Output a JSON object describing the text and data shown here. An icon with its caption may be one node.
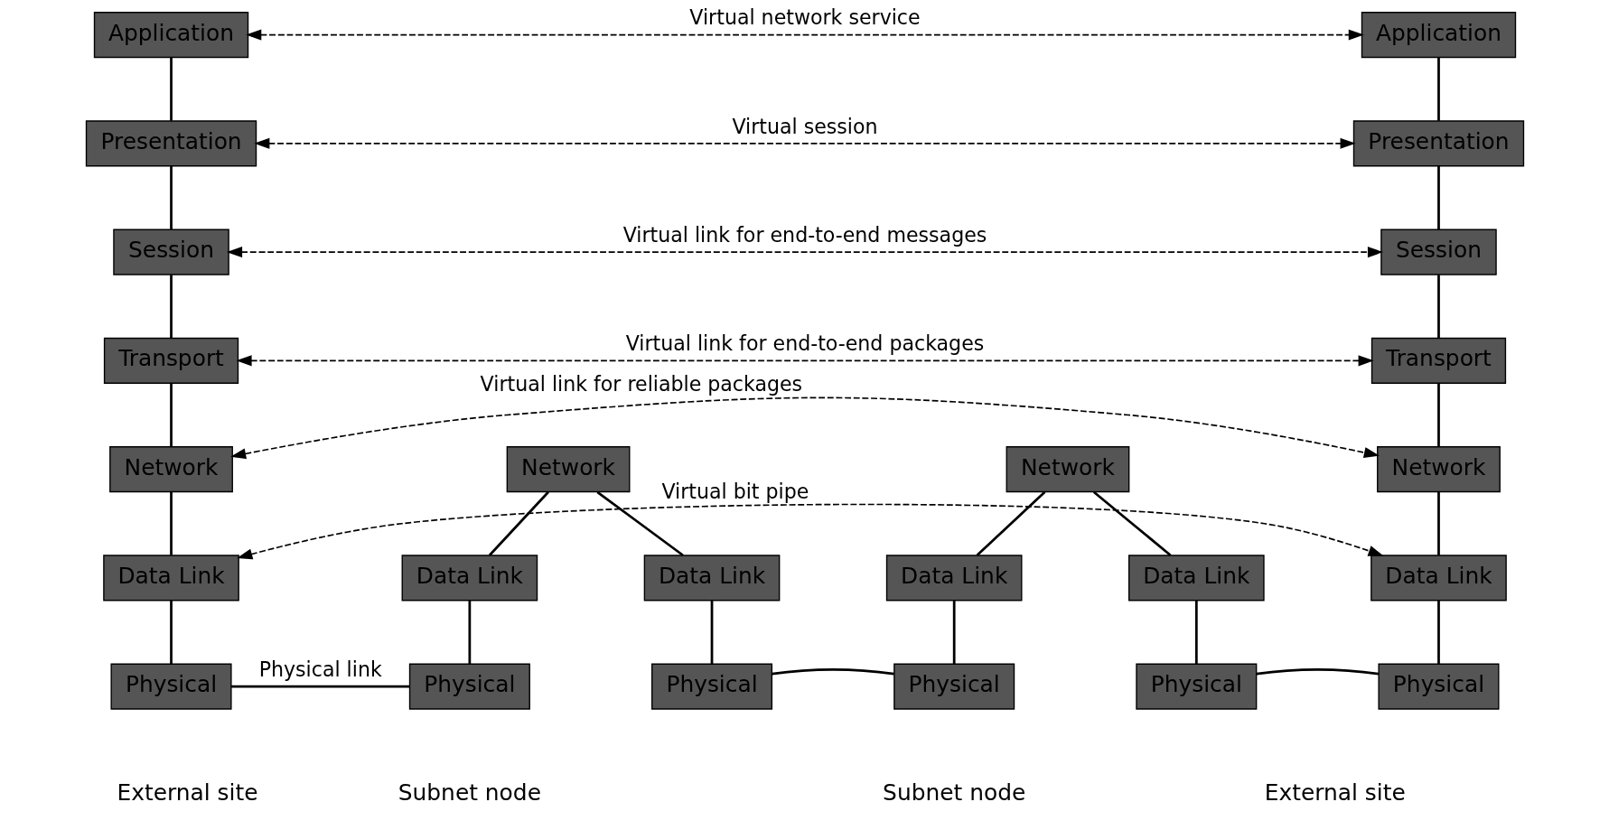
{
  "diagram": {
    "nodes": [
      {
        "text": [
          "Application"
        ]
      },
      {
        "text": [
          "Application"
        ]
      },
      {
        "text": [
          "Presentation"
        ]
      },
      {
        "text": [
          "Presentation"
        ]
      },
      {
        "text": [
          "Session"
        ]
      },
      {
        "text": [
          "Session"
        ]
      },
      {
        "text": [
          "Transport"
        ]
      },
      {
        "text": [
          "Transport"
        ]
      },
      {
        "text": [
          "Network"
        ]
      },
      {
        "text": [
          "Network"
        ]
      },
      {
        "text": [
          "Network"
        ]
      },
      {
        "text": [
          "Network"
        ]
      },
      {
        "text": [
          "Data Link"
        ]
      },
      {
        "text": [
          "Data Link"
        ]
      },
      {
        "text": [
          "Data Link"
        ]
      },
      {
        "text": [
          "Data Link"
        ]
      },
      {
        "text": [
          "Data Link"
        ]
      },
      {
        "text": [
          "Data Link"
        ]
      },
      {
        "text": [
          "Physical"
        ]
      },
      {
        "text": [
          "Physical"
        ]
      },
      {
        "text": [
          "Physical"
        ]
      },
      {
        "text": [
          "Physical"
        ]
      },
      {
        "text": [
          "Physical"
        ]
      },
      {
        "text": [
          "Physical"
        ]
      }
    ],
    "edges": [
      {
        "from": 0,
        "to": 2,
        "arrow": "none"
      },
      {
        "from": 2,
        "to": 4,
        "arrow": "none"
      },
      {
        "from": 4,
        "to": 6,
        "arrow": "none"
      },
      {
        "from": 6,
        "to": 8,
        "arrow": "none"
      },
      {
        "from": 8,
        "to": 12,
        "arrow": "none"
      },
      {
        "from": 12,
        "to": 18,
        "arrow": "none"
      },
      {
        "from": 1,
        "to": 3,
        "arrow": "none"
      },
      {
        "from": 3,
        "to": 5,
        "arrow": "none"
      },
      {
        "from": 5,
        "to": 7,
        "arrow": "none"
      },
      {
        "from": 7,
        "to": 11,
        "arrow": "none"
      },
      {
        "from": 11,
        "to": 17,
        "arrow": "none"
      },
      {
        "from": 17,
        "to": 23,
        "arrow": "none"
      },
      {
        "from": 9,
        "to": 13,
        "arrow": "none"
      },
      {
        "from": 9,
        "to": 14,
        "arrow": "none"
      },
      {
        "from": 10,
        "to": 15,
        "arrow": "none"
      },
      {
        "from": 10,
        "to": 16,
        "arrow": "none"
      },
      {
        "from": 13,
        "to": 19,
        "arrow": "none"
      },
      {
        "from": 14,
        "to": 20,
        "arrow": "none"
      },
      {
        "from": 15,
        "to": 21,
        "arrow": "none"
      },
      {
        "from": 16,
        "to": 22,
        "arrow": "none"
      },
      {
        "from": 0,
        "to": 1,
        "arrow": "both",
        "style": "dashed",
        "label": "Virtual network service"
      },
      {
        "from": 2,
        "to": 3,
        "arrow": "both",
        "style": "dashed",
        "label": "Virtual session"
      },
      {
        "from": 4,
        "to": 5,
        "arrow": "both",
        "style": "dashed",
        "label": "Virtual link for end-to-end messages"
      },
      {
        "from": 6,
        "to": 7,
        "arrow": "both",
        "style": "dashed",
        "label": "Virtual link for end-to-end packages"
      },
      {
        "from": 8,
        "to": 11,
        "arrow": "both",
        "style": "dashed",
        "label": "Virtual link for reliable packages"
      },
      {
        "from": 12,
        "to": 17,
        "arrow": "both",
        "style": "dashed",
        "label": "Virtual bit pipe"
      },
      {
        "from": 18,
        "to": 19,
        "arrow": "none",
        "label": "Physical link"
      },
      {
        "from": 20,
        "to": 21,
        "arrow": "none"
      },
      {
        "from": 22,
        "to": 23,
        "arrow": "none"
      }
    ],
    "labels": [
      "External site",
      "Subnet node",
      "Subnet node",
      "External site"
    ]
  }
}
